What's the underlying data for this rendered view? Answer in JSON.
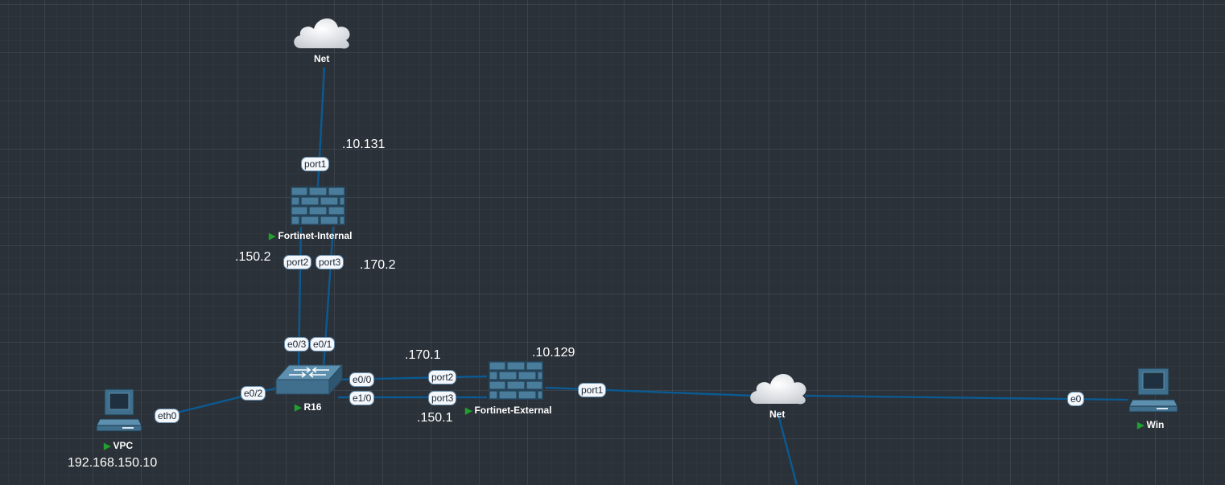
{
  "colors": {
    "background": "#2b3138",
    "link": "#0b5a92",
    "device": "#3f6f8c",
    "running_indicator": "#1fa02f"
  },
  "nodes": {
    "net_top": {
      "label": "Net",
      "icon": "cloud-icon"
    },
    "net_mid": {
      "label": "Net",
      "icon": "cloud-icon"
    },
    "fortinet_internal": {
      "label": "Fortinet-Internal",
      "icon": "firewall-icon",
      "status": "running"
    },
    "fortinet_external": {
      "label": "Fortinet-External",
      "icon": "firewall-icon",
      "status": "running"
    },
    "r16": {
      "label": "R16",
      "icon": "switch-icon",
      "status": "running"
    },
    "vpc": {
      "label": "VPC",
      "icon": "pc-icon",
      "status": "running"
    },
    "win": {
      "label": "Win",
      "icon": "pc-icon",
      "status": "running"
    }
  },
  "ports": {
    "fi_port1": "port1",
    "fi_port2": "port2",
    "fi_port3": "port3",
    "r16_e03": "e0/3",
    "r16_e01": "e0/1",
    "r16_e02": "e0/2",
    "r16_e00": "e0/0",
    "r16_e10": "e1/0",
    "fe_port2": "port2",
    "fe_port3": "port3",
    "fe_port1": "port1",
    "vpc_eth0": "eth0",
    "win_e0": "e0"
  },
  "ip_annotations": {
    "fi_port1": ".10.131",
    "fi_port2": ".150.2",
    "fi_port3": ".170.2",
    "fe_port2_peer": ".170.1",
    "fe_port1": ".10.129",
    "fe_port3_peer": ".150.1",
    "vpc": "192.168.150.10"
  }
}
